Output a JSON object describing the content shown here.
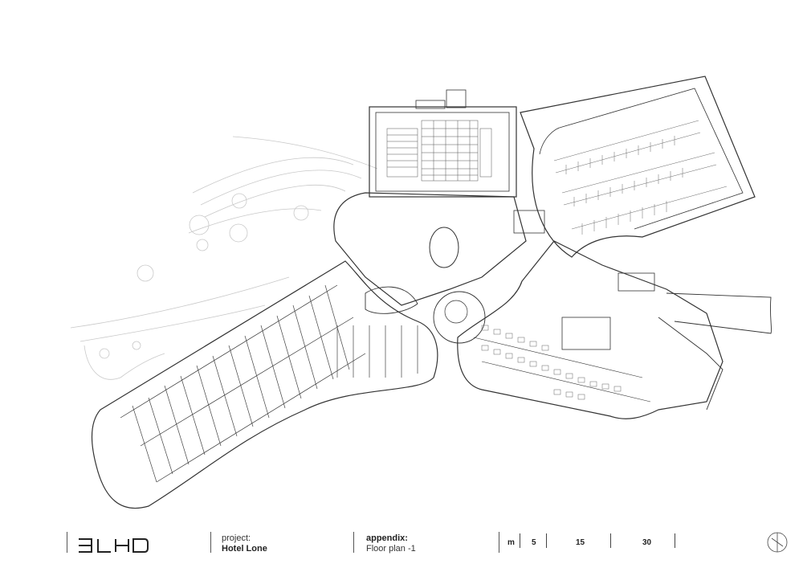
{
  "title_block": {
    "logo_text": "3LHD",
    "project_label": "project:",
    "project_name": "Hotel Lone",
    "appendix_label": "appendix:",
    "appendix_value": "Floor plan -1"
  },
  "scale_bar": {
    "unit": "m",
    "marks": [
      "5",
      "15",
      "30"
    ]
  },
  "icons": {
    "north_arrow": "north-arrow-icon"
  }
}
